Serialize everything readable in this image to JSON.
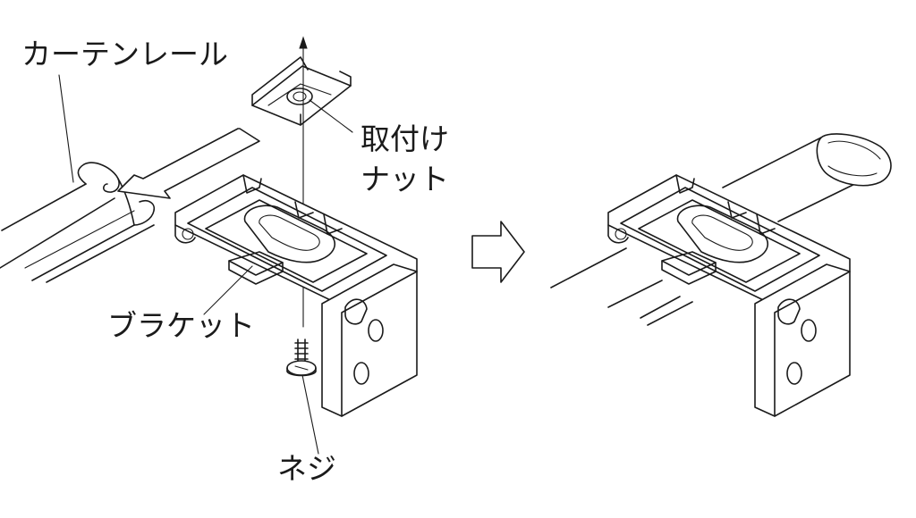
{
  "labels": {
    "curtain_rail": "カーテンレール",
    "mounting_nut_line1": "取付け",
    "mounting_nut_line2": "ナット",
    "bracket": "ブラケット",
    "screw": "ネジ"
  },
  "icons": {
    "step_arrow": "outline-right-arrow-icon",
    "insert_arrow": "rail-insert-arrow-icon",
    "up_arrow": "screw-direction-arrow-icon"
  }
}
